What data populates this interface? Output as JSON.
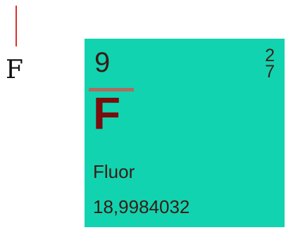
{
  "side_label": {
    "symbol": "F"
  },
  "element_tile": {
    "atomic_number": "9",
    "symbol": "F",
    "name": "Fluor",
    "atomic_mass": "18,9984032",
    "electron_shells": [
      "2",
      "7"
    ]
  },
  "colors": {
    "tile_background": "#11d3b0",
    "symbol_color": "#7a0d0d",
    "underline_color": "#b16a5e",
    "marker_line": "#d9332e"
  }
}
